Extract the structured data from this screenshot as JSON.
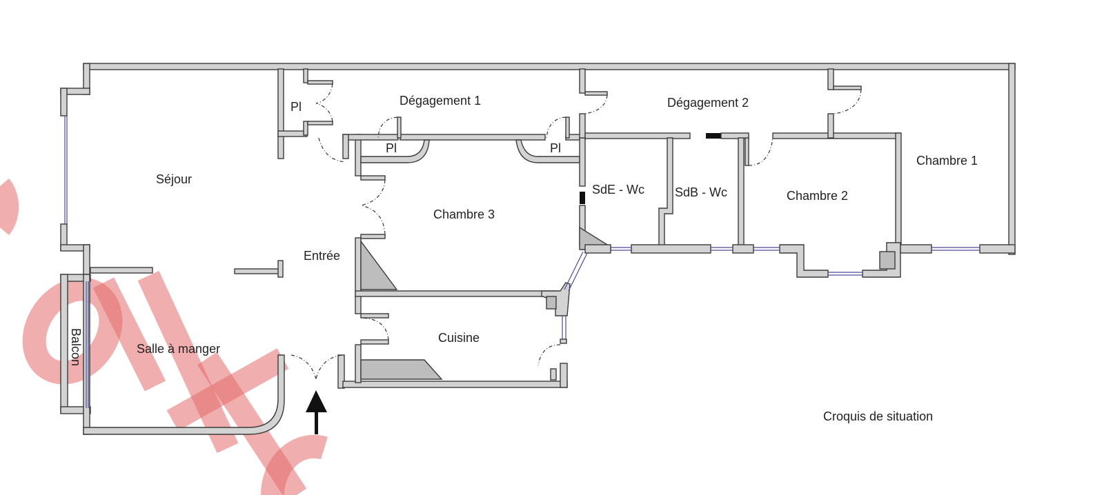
{
  "plan": {
    "rooms": {
      "sejour": "Séjour",
      "salle_a_manger": "Salle à manger",
      "balcon": "Balcon",
      "entree": "Entrée",
      "degagement1": "Dégagement 1",
      "degagement2": "Dégagement 2",
      "placard1": "Pl",
      "placard2": "Pl",
      "placard3": "Pl",
      "chambre3": "Chambre 3",
      "cuisine": "Cuisine",
      "sde_wc": "SdE - Wc",
      "sdb_wc": "SdB  - Wc",
      "chambre2": "Chambre 2",
      "chambre1": "Chambre 1"
    },
    "caption": "Croquis de situation",
    "watermark": "alto",
    "entrance_icon": "arrow-up-icon"
  }
}
